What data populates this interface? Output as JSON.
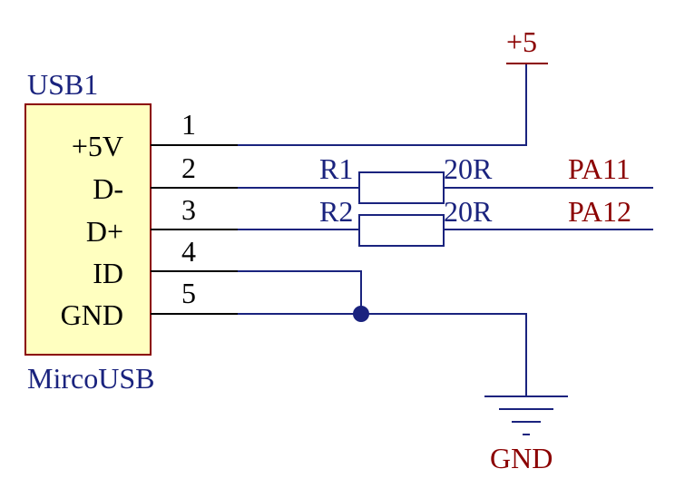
{
  "colors": {
    "wire_blue": "#1a237e",
    "wire_black": "#000000",
    "power_dark_red": "#8b0000",
    "connector_fill": "#ffffc0",
    "connector_border": "#8b0000"
  },
  "connector": {
    "designator": "USB1",
    "part_name": "MircoUSB",
    "pins": [
      {
        "number": "1",
        "name": "+5V"
      },
      {
        "number": "2",
        "name": "D-"
      },
      {
        "number": "3",
        "name": "D+"
      },
      {
        "number": "4",
        "name": "ID"
      },
      {
        "number": "5",
        "name": "GND"
      }
    ]
  },
  "resistors": [
    {
      "designator": "R1",
      "value": "20R"
    },
    {
      "designator": "R2",
      "value": "20R"
    }
  ],
  "power": {
    "label": "+5"
  },
  "ground": {
    "label": "GND"
  },
  "nets": {
    "dm": "PA11",
    "dp": "PA12"
  }
}
